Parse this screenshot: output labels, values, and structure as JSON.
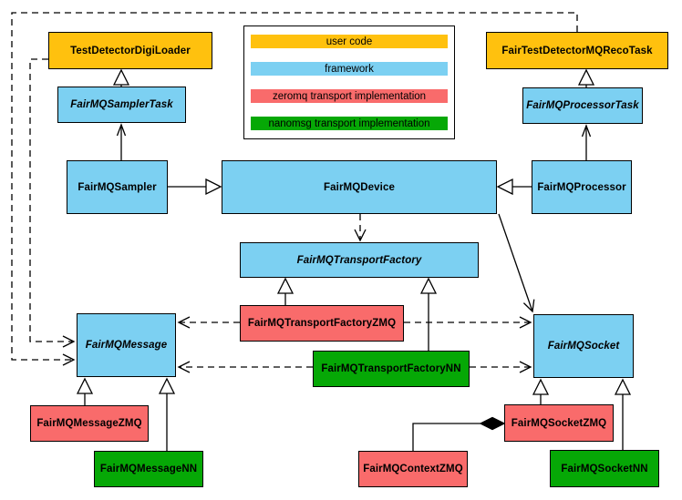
{
  "diagram": {
    "colors": {
      "user_code": "#FFC10E",
      "framework": "#7CD0F2",
      "zeromq": "#F96B6B",
      "nanomsg": "#06A806"
    },
    "legend": {
      "items": [
        {
          "label": "user code",
          "color": "#FFC10E"
        },
        {
          "label": "framework",
          "color": "#7CD0F2"
        },
        {
          "label": "zeromq transport implementation",
          "color": "#F96B6B"
        },
        {
          "label": "nanomsg transport implementation",
          "color": "#06A806"
        }
      ]
    },
    "nodes": {
      "test_detector_digi_loader": {
        "label": "TestDetectorDigiLoader",
        "category": "user code",
        "abstract": false
      },
      "fair_test_detector_mq_reco_task": {
        "label": "FairTestDetectorMQRecoTask",
        "category": "user code",
        "abstract": false
      },
      "fairmq_sampler_task": {
        "label": "FairMQSamplerTask",
        "category": "framework",
        "abstract": true
      },
      "fairmq_processor_task": {
        "label": "FairMQProcessorTask",
        "category": "framework",
        "abstract": true
      },
      "fairmq_sampler": {
        "label": "FairMQSampler",
        "category": "framework",
        "abstract": false
      },
      "fairmq_device": {
        "label": "FairMQDevice",
        "category": "framework",
        "abstract": false
      },
      "fairmq_processor": {
        "label": "FairMQProcessor",
        "category": "framework",
        "abstract": false
      },
      "fairmq_transport_factory": {
        "label": "FairMQTransportFactory",
        "category": "framework",
        "abstract": true
      },
      "fairmq_transport_factory_zmq": {
        "label": "FairMQTransportFactoryZMQ",
        "category": "zeromq",
        "abstract": false
      },
      "fairmq_transport_factory_nn": {
        "label": "FairMQTransportFactoryNN",
        "category": "nanomsg",
        "abstract": false
      },
      "fairmq_message": {
        "label": "FairMQMessage",
        "category": "framework",
        "abstract": true
      },
      "fairmq_socket": {
        "label": "FairMQSocket",
        "category": "framework",
        "abstract": true
      },
      "fairmq_message_zmq": {
        "label": "FairMQMessageZMQ",
        "category": "zeromq",
        "abstract": false
      },
      "fairmq_message_nn": {
        "label": "FairMQMessageNN",
        "category": "nanomsg",
        "abstract": false
      },
      "fairmq_context_zmq": {
        "label": "FairMQContextZMQ",
        "category": "zeromq",
        "abstract": false
      },
      "fairmq_socket_zmq": {
        "label": "FairMQSocketZMQ",
        "category": "zeromq",
        "abstract": false
      },
      "fairmq_socket_nn": {
        "label": "FairMQSocketNN",
        "category": "nanomsg",
        "abstract": false
      }
    }
  }
}
